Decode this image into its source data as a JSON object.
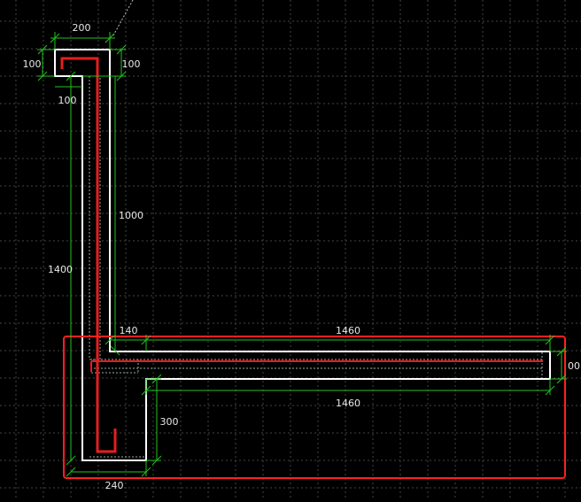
{
  "drawing": {
    "dimensions": {
      "top_width": "200",
      "left_hook": "100",
      "right_hook": "100",
      "inner_offset": "100",
      "right_height": "1000",
      "left_height": "1400",
      "corner_width": "140",
      "top_length": "1460",
      "right_thickness": "00",
      "bottom_length": "1460",
      "lower_depth": "300",
      "base_width": "240"
    },
    "colors": {
      "background": "#000000",
      "grid": "#4a4a4a",
      "outline": "#ffffff",
      "dimension": "#23c21f",
      "highlight": "#ff2020"
    }
  }
}
